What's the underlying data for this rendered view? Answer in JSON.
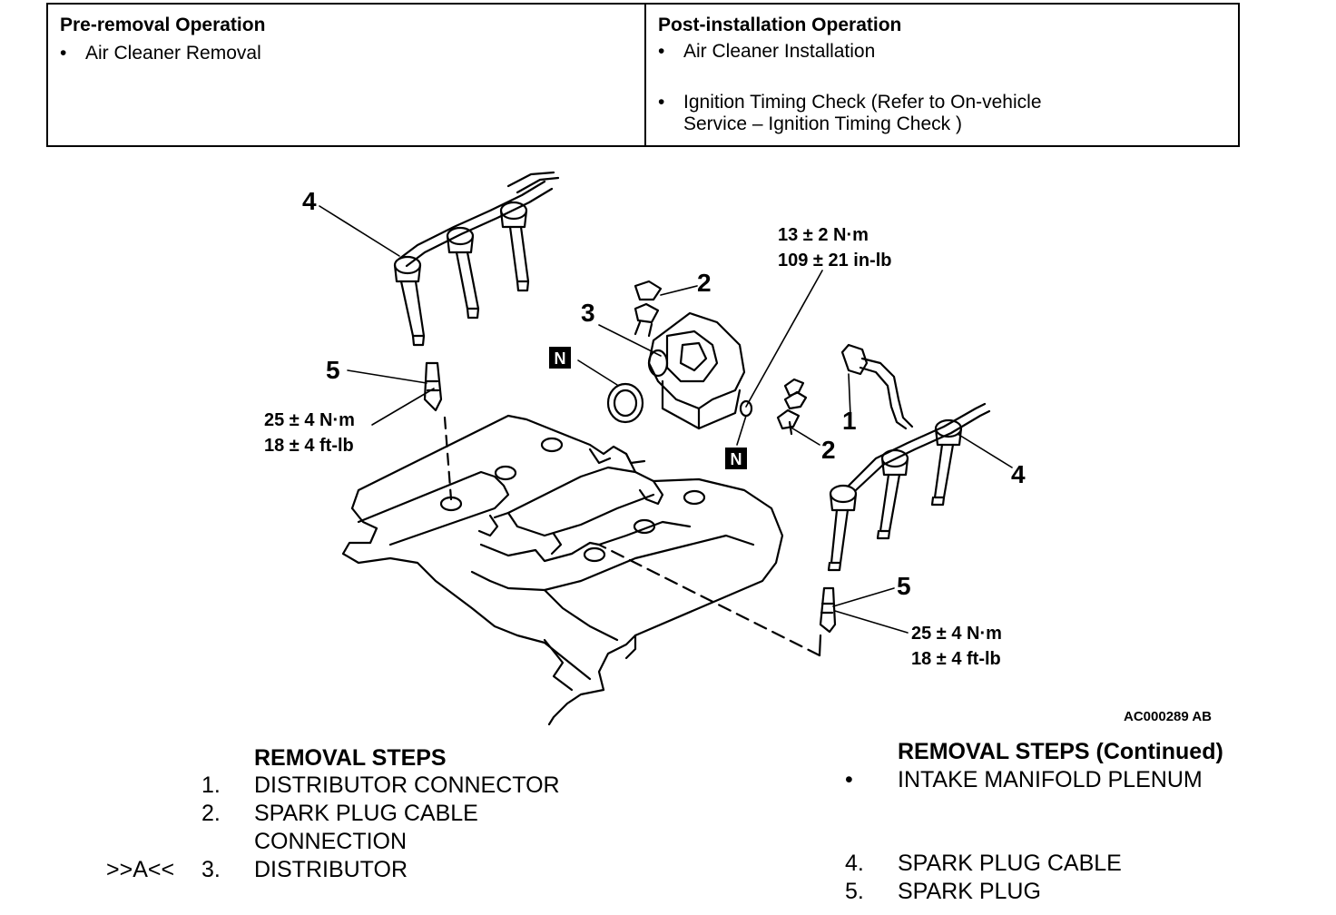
{
  "operations": {
    "pre": {
      "title": "Pre-removal Operation",
      "items": [
        "Air Cleaner Removal"
      ]
    },
    "post": {
      "title": "Post-installation Operation",
      "items": [
        "Air Cleaner Installation",
        "Ignition Timing Check (Refer to On-vehicle",
        "Service – Ignition Timing Check )"
      ]
    },
    "bullet": "•"
  },
  "diagram": {
    "callouts": {
      "c4_left": "4",
      "c5_left": "5",
      "c3": "3",
      "c2_top": "2",
      "c1": "1",
      "c2_right": "2",
      "c4_right": "4",
      "c5_right": "5"
    },
    "n_marks": [
      "N",
      "N"
    ],
    "torques": {
      "top_nm": "13 ± 2 N·m",
      "top_inlb": "109 ± 21 in-lb",
      "left_nm": "25 ± 4 N·m",
      "left_ftlb": "18 ± 4 ft-lb",
      "right_nm": "25 ± 4 N·m",
      "right_ftlb": "18 ± 4 ft-lb"
    },
    "figure_id": "AC000289 AB"
  },
  "removal_steps": {
    "heading": "REMOVAL STEPS",
    "steps": [
      {
        "mark": "",
        "num": "1.",
        "label": "DISTRIBUTOR CONNECTOR"
      },
      {
        "mark": "",
        "num": "2.",
        "label": "SPARK PLUG CABLE"
      },
      {
        "mark": "",
        "num": "",
        "label": "CONNECTION"
      },
      {
        "mark": ">>A<<",
        "num": "3.",
        "label": "DISTRIBUTOR"
      }
    ]
  },
  "removal_steps_continued": {
    "heading": "REMOVAL STEPS (Continued)",
    "steps": [
      {
        "num": "•",
        "label": "INTAKE MANIFOLD PLENUM"
      },
      {
        "num": "4.",
        "label": "SPARK PLUG CABLE"
      },
      {
        "num": "5.",
        "label": "SPARK PLUG"
      }
    ]
  }
}
